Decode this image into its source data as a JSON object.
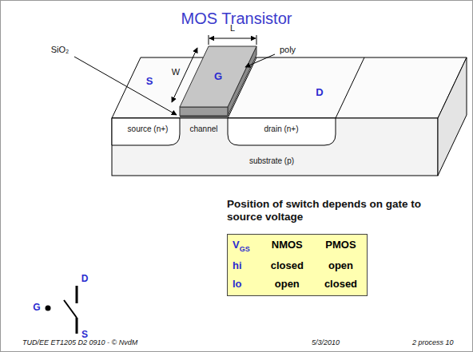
{
  "diagram": {
    "title": "MOS Transistor",
    "nodes": [
      {
        "text": [
          "VGS",
          "NMOS",
          "PMOS",
          "hi",
          "closed",
          "open",
          "lo",
          "open",
          "closed"
        ]
      }
    ],
    "labels": [
      "SiO₂",
      "W",
      "L",
      "poly",
      "S",
      "G",
      "D",
      "source (n+)",
      "channel",
      "drain (n+)",
      "substrate (p)",
      "D",
      "G",
      "S",
      "Position of switch depends on gate to source voltage",
      "TUD/EE ET1205 D2 0910 - © NvdM",
      "5/3/2010",
      "2 process 10"
    ]
  }
}
